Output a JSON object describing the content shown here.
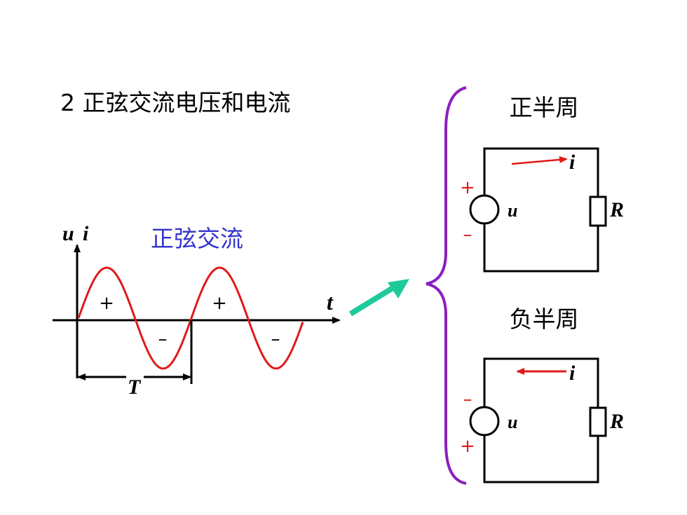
{
  "title": "2 正弦交流电压和电流",
  "waveform": {
    "caption": "正弦交流",
    "y_axis_u": "u",
    "y_axis_i": "i",
    "x_axis_label": "t",
    "period_label": "T",
    "signs": [
      "+",
      "–",
      "+",
      "–"
    ]
  },
  "positive_half": {
    "label": "正半周",
    "source_label": "u",
    "resistor_label": "R",
    "current_label": "i",
    "top_sign": "+",
    "bottom_sign": "–"
  },
  "negative_half": {
    "label": "负半周",
    "source_label": "u",
    "resistor_label": "R",
    "current_label": "i",
    "top_sign": "–",
    "bottom_sign": "+"
  },
  "colors": {
    "wave": "#e01a1a",
    "caption": "#3333cc",
    "brace": "#8b1fbf",
    "pointer_arrow": "#1ec99a",
    "current_arrow": "#e01a1a",
    "sign": "#e01a1a"
  }
}
